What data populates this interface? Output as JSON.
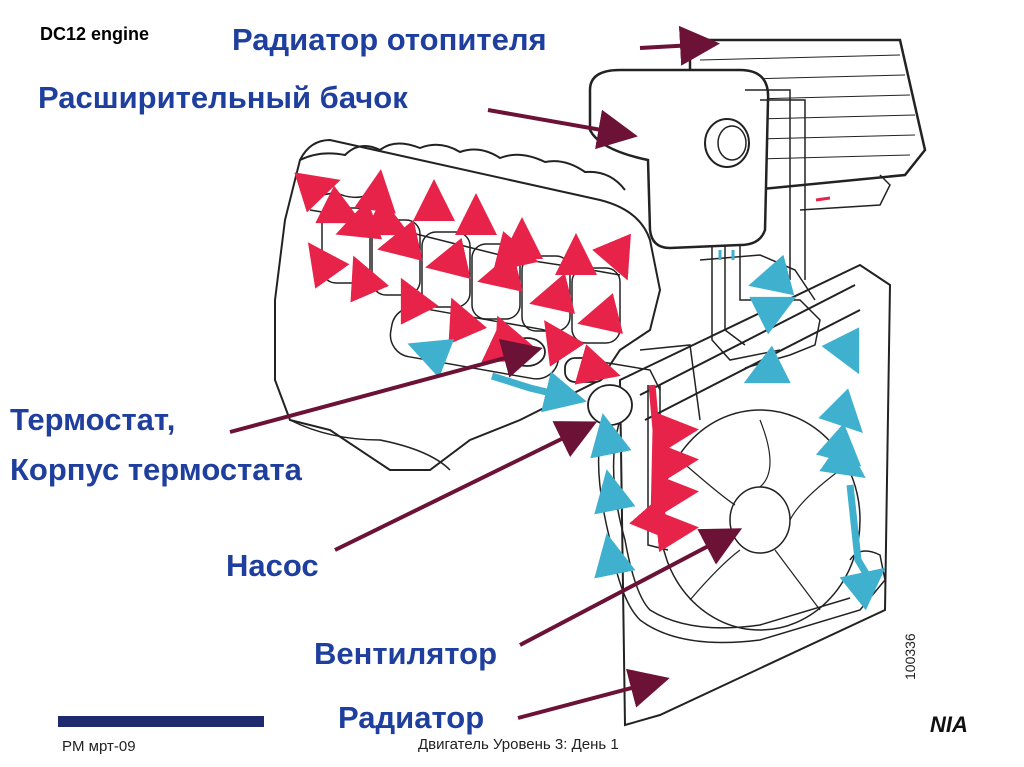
{
  "header": {
    "engine_tag": "DC12 engine"
  },
  "labels": {
    "heater_radiator": "Радиатор отопителя",
    "expansion_tank": "Расширительный бачок",
    "thermostat_line1": "Термостат,",
    "thermostat_line2": "Корпус термостата",
    "pump": "Насос",
    "fan": "Вентилятор",
    "radiator": "Радиатор"
  },
  "footer": {
    "left": "PM мрт-09",
    "center": "Двигатель Уровень 3: День 1",
    "drawing_code": "100336",
    "brand": "NIA"
  },
  "colors": {
    "label_text": "#1f3f9e",
    "callout_arrow": "#6b1236",
    "hot_flow": "#e8234a",
    "cold_flow": "#3fb1cf",
    "line_art": "#222222",
    "footer_bar": "#1f2a6e"
  }
}
